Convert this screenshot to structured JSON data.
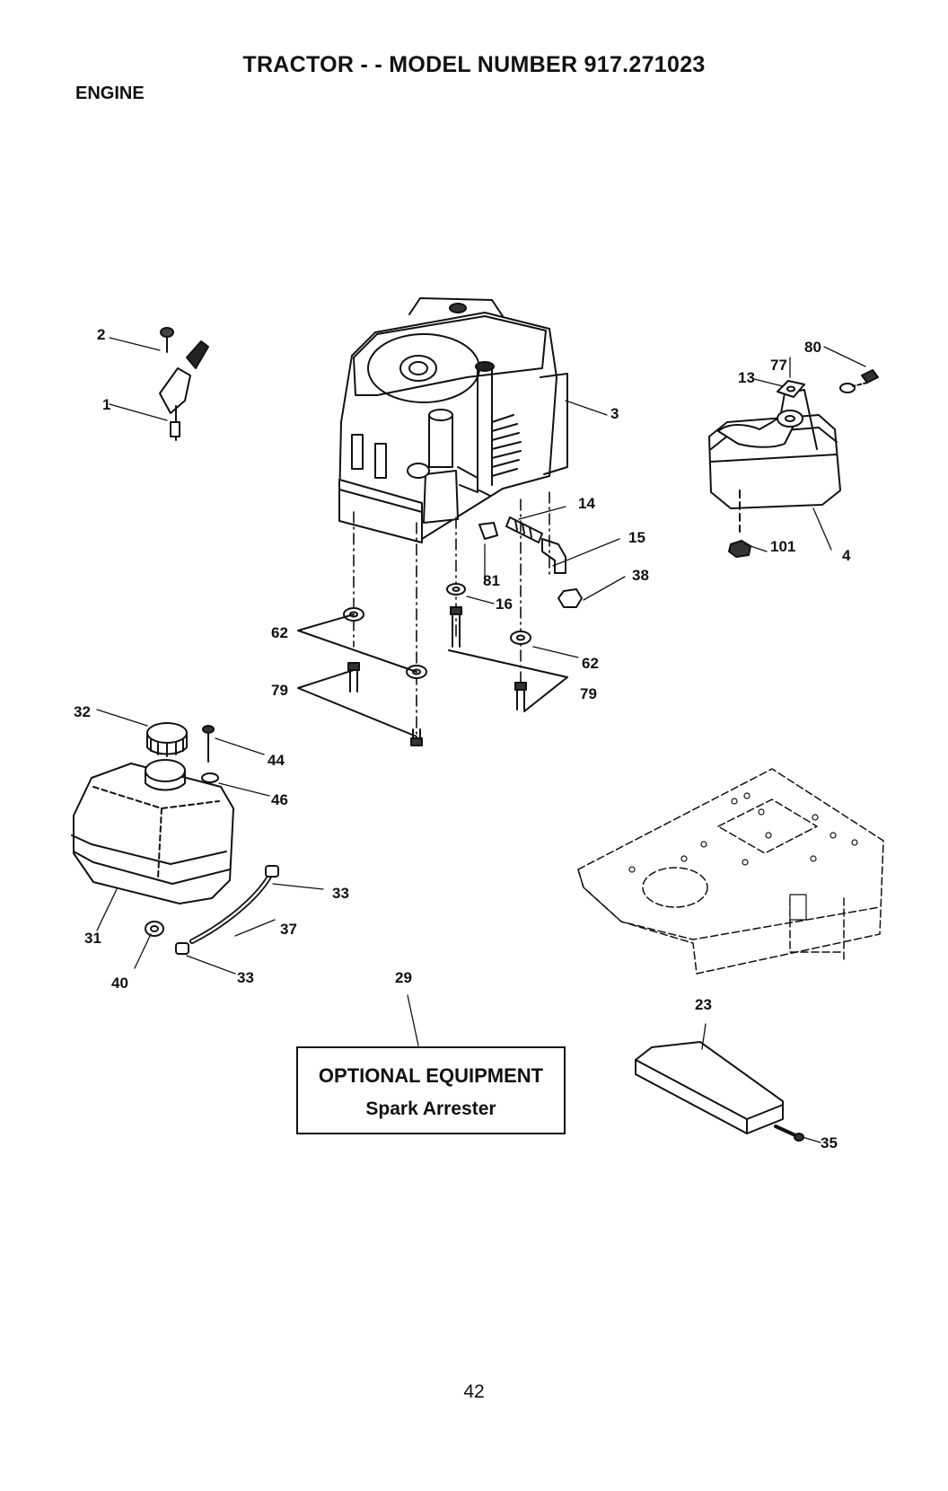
{
  "header": {
    "title": "TRACTOR - - MODEL NUMBER 917.271023",
    "section": "ENGINE"
  },
  "callouts": {
    "c1": "1",
    "c2": "2",
    "c3": "3",
    "c4": "4",
    "c13": "13",
    "c14": "14",
    "c15": "15",
    "c16": "16",
    "c23": "23",
    "c29": "29",
    "c31": "31",
    "c32": "32",
    "c33a": "33",
    "c33b": "33",
    "c35": "35",
    "c37": "37",
    "c38": "38",
    "c40": "40",
    "c44": "44",
    "c46": "46",
    "c62a": "62",
    "c62b": "62",
    "c77": "77",
    "c79a": "79",
    "c79b": "79",
    "c80": "80",
    "c81": "81",
    "c101": "101"
  },
  "optional_equipment": {
    "title": "OPTIONAL EQUIPMENT",
    "item": "Spark Arrester"
  },
  "footer": {
    "page_number": "42"
  }
}
